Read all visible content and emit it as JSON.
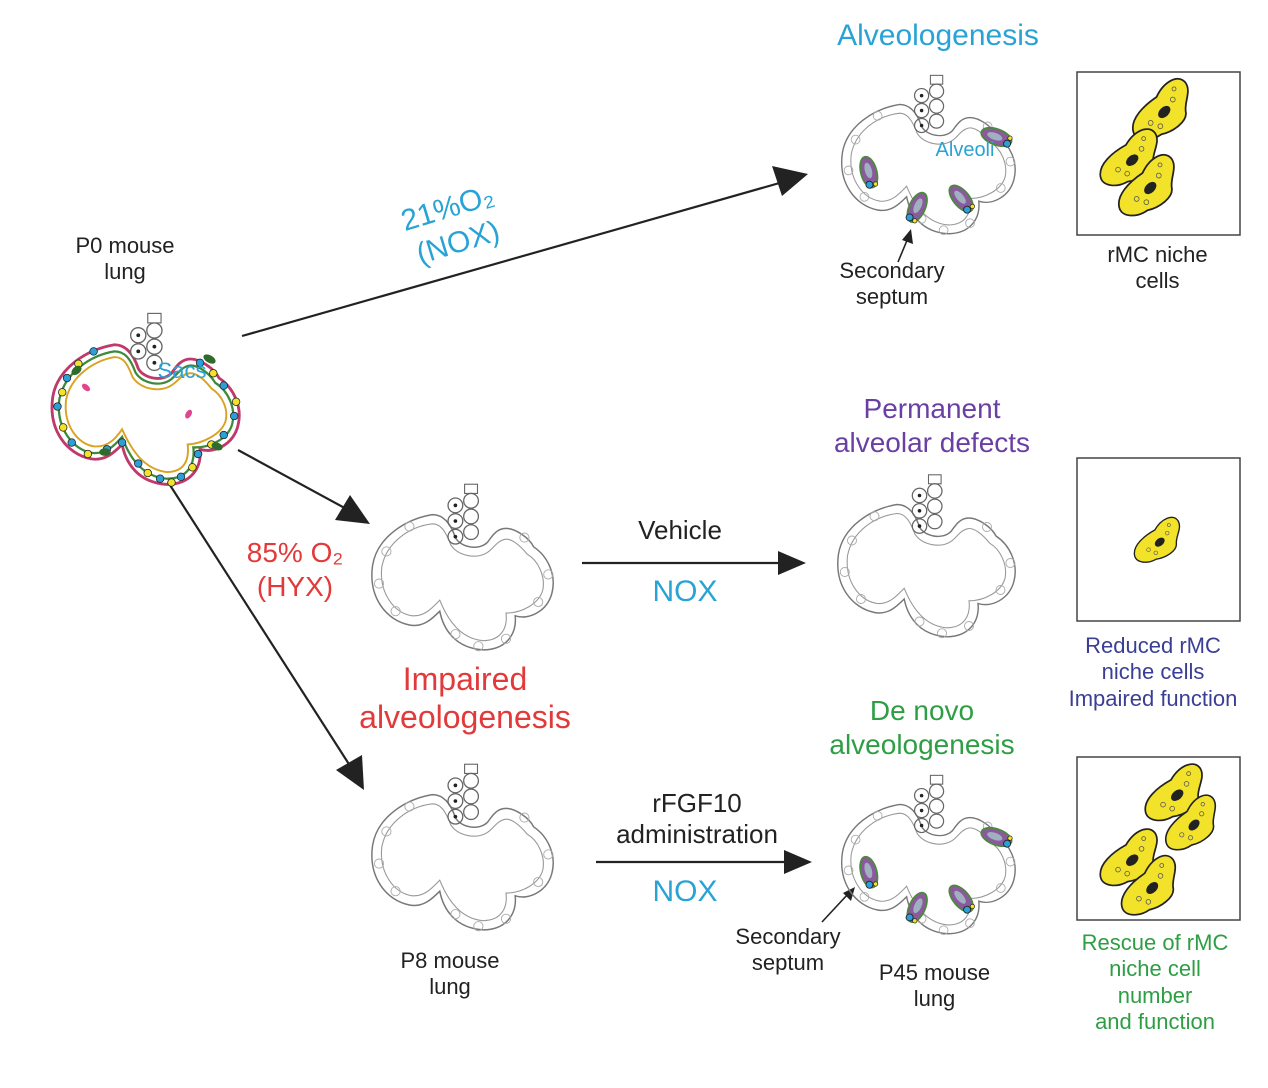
{
  "labels": {
    "p0": "P0 mouse\nlung",
    "sacs": "Sacs",
    "nox_top": "21%O₂\n(NOX)",
    "hyx": "85% O₂\n(HYX)",
    "alveologenesis": "Alveologenesis",
    "alveoli": "Alveoli",
    "secondary_septum_top": "Secondary\nseptum",
    "rmc_top": "rMC niche\ncells",
    "permanent": "Permanent\nalveolar defects",
    "vehicle": "Vehicle",
    "nox_mid": "NOX",
    "reduced": "Reduced rMC\nniche cells\nImpaired function",
    "impaired": "Impaired\nalveologenesis",
    "denovo": "De novo\nalveologenesis",
    "rfgf10": "rFGF10\nadministration",
    "nox_bottom": "NOX",
    "secondary_septum_bottom": "Secondary\nseptum",
    "p8": "P8 mouse\nlung",
    "p45": "P45 mouse\nlung",
    "rescue": "Rescue of rMC\nniche cell\nnumber\nand function"
  },
  "colors": {
    "black": "#222222",
    "cyan": "#29a3d6",
    "red": "#e23a3a",
    "purple": "#6a3fa3",
    "green": "#2e9e44",
    "navy": "#3b3e95",
    "cell_yellow": "#f2e22a"
  }
}
